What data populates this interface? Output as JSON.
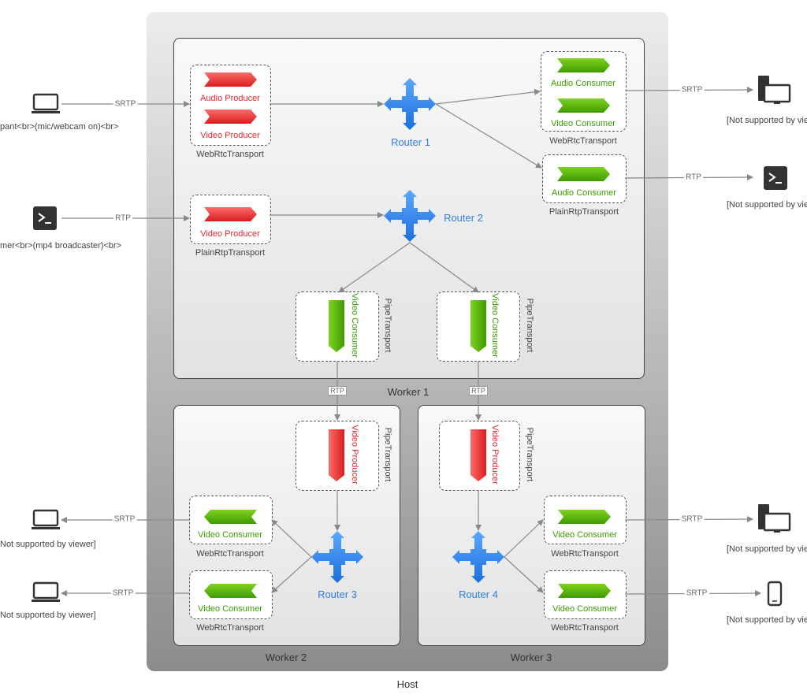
{
  "host": {
    "label": "Host"
  },
  "workers": {
    "w1": "Worker 1",
    "w2": "Worker 2",
    "w3": "Worker 3"
  },
  "routers": {
    "r1": "Router 1",
    "r2": "Router 2",
    "r3": "Router 3",
    "r4": "Router 4"
  },
  "transports": {
    "webrtc": "WebRtcTransport",
    "plainrtp": "PlainRtpTransport",
    "pipe": "PipeTransport"
  },
  "items": {
    "audio_producer": "Audio Producer",
    "video_producer": "Video Producer",
    "audio_consumer": "Audio Consumer",
    "video_consumer": "Video Consumer"
  },
  "edges": {
    "srtp": "SRTP",
    "rtp": "RTP"
  },
  "endpoints": {
    "participant": "pant<br>(mic/webcam on)<br>",
    "streamer": "mer<br>(mp4 broadcaster)<br>",
    "viewer_left": "Not supported by viewer]",
    "viewer_right": "[Not supported by vie"
  },
  "colors": {
    "producer": "#e8282d",
    "consumer": "#4aa300",
    "router": "#2f7fe0",
    "edge": "#888888"
  }
}
